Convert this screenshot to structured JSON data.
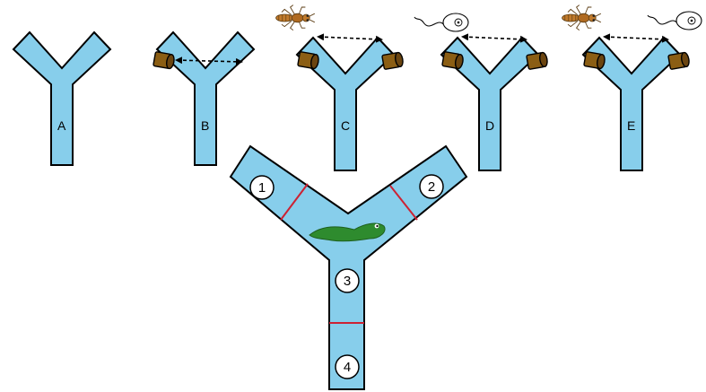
{
  "mazes": [
    {
      "label": "A"
    },
    {
      "label": "B"
    },
    {
      "label": "C"
    },
    {
      "label": "D"
    },
    {
      "label": "E"
    }
  ],
  "big_maze": {
    "zones": [
      "1",
      "2",
      "3",
      "4"
    ]
  },
  "colors": {
    "maze_fill": "#87ceeb",
    "divider": "#cc2233",
    "tadpole": "#2e8b2e",
    "cylinder": "#8b5e14",
    "insect": "#b8742a"
  }
}
